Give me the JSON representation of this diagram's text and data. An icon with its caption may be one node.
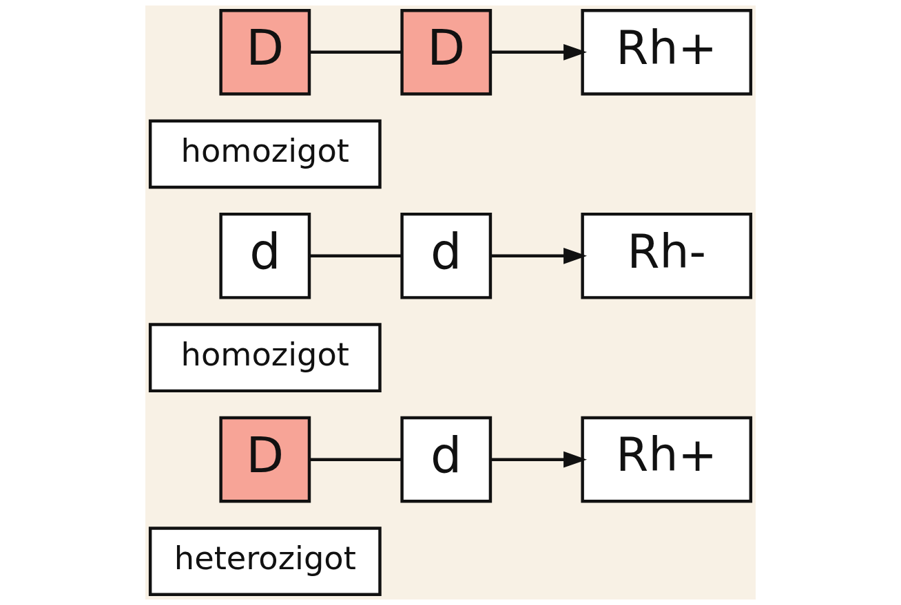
{
  "diagram": {
    "nodes": [
      {
        "text": [
          "D"
        ]
      },
      {
        "text": [
          "D"
        ]
      },
      {
        "text": [
          "homozigot"
        ]
      },
      {
        "text": [
          "Rh+"
        ]
      },
      {
        "text": [
          "d"
        ]
      },
      {
        "text": [
          "d"
        ]
      },
      {
        "text": [
          "homozigot"
        ]
      },
      {
        "text": [
          "Rh-"
        ]
      },
      {
        "text": [
          "D"
        ]
      },
      {
        "text": [
          "d"
        ]
      },
      {
        "text": [
          "heterozigot"
        ]
      },
      {
        "text": [
          "Rh+"
        ]
      }
    ],
    "edges": [
      {
        "from": 0,
        "to": 1,
        "arrow": "none"
      },
      {
        "from": 1,
        "to": 3,
        "arrow": "to"
      },
      {
        "from": 4,
        "to": 5,
        "arrow": "none"
      },
      {
        "from": 5,
        "to": 7,
        "arrow": "to"
      },
      {
        "from": 8,
        "to": 9,
        "arrow": "none"
      },
      {
        "from": 9,
        "to": 11,
        "arrow": "to"
      }
    ]
  }
}
